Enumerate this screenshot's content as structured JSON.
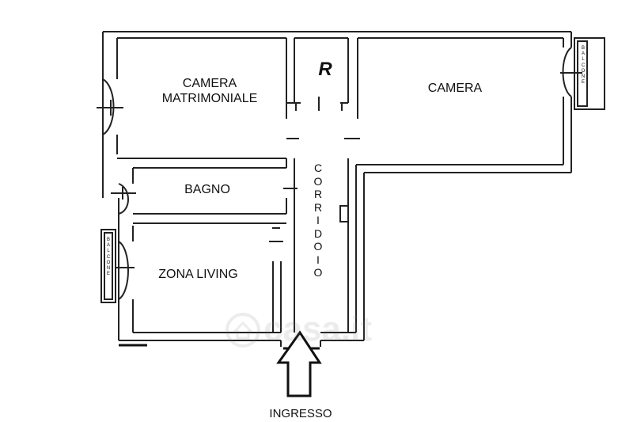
{
  "rooms": {
    "camera_matrimoniale": [
      "CAMERA",
      "MATRIMONIALE"
    ],
    "camera": "CAMERA",
    "bagno": "BAGNO",
    "zona_living": "ZONA LIVING",
    "ripostiglio": "R"
  },
  "corridor": "CORRIDOIO",
  "balcony": "BALCONE",
  "entrance": "INGRESSO",
  "watermark": "casa.it"
}
